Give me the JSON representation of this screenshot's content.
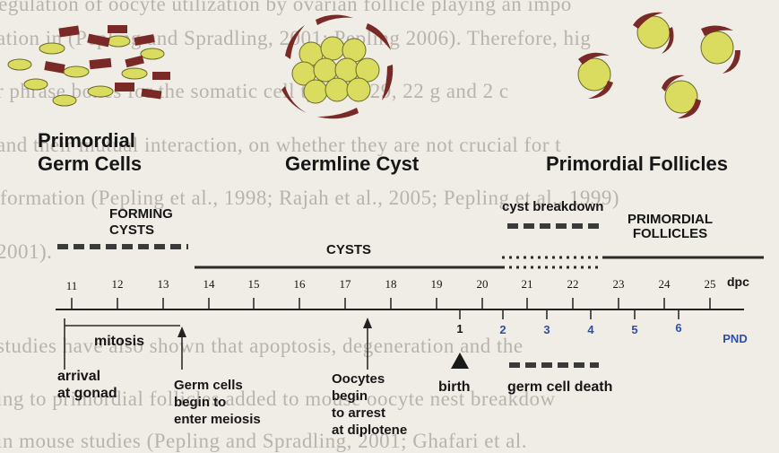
{
  "background_text": [
    "regulation of oocyte utilization by ovarian follicle playing an impo",
    "ation in (Pepling and Spradling, 2001; Pepling 2006). Therefore, hig",
    "r phrase boxes for the somatic cell types (229, 22 g and 2 c",
    "and their mutual interaction, on whether they are not crucial for t",
    "formation (Pepling et al., 1998; Rajah et al., 2005; Pepling et al., 1999)",
    "2001).",
    "studies have also shown that apoptosis, degeneration and the",
    "ing to primordial follicles added to mouse oocyte nest breakdow",
    "in mouse studies (Pepling and Spradling, 2001; Ghafari et al."
  ],
  "stages": {
    "primordial_germ_cells": "Primordial\nGerm Cells",
    "germline_cyst": "Germline Cyst",
    "primordial_follicles": "Primordial Follicles"
  },
  "periods": {
    "forming_cysts": "FORMING\nCYSTS",
    "cysts": "CYSTS",
    "cyst_breakdown": "cyst breakdown",
    "primordial_follicles": "PRIMORDIAL\nFOLLICLES",
    "mitosis": "mitosis",
    "germ_cell_death": "germ cell death"
  },
  "axis": {
    "dpc_ticks": [
      "11",
      "12",
      "13",
      "14",
      "15",
      "16",
      "17",
      "18",
      "19",
      "20",
      "21",
      "22",
      "23",
      "24",
      "25"
    ],
    "dpc_unit": "dpc",
    "pnd_ticks": [
      "1",
      "2",
      "3",
      "4",
      "5",
      "6"
    ],
    "pnd_unit": "PND"
  },
  "events": {
    "arrival": "arrival\nat gonad",
    "meiosis": "Germ cells\nbegin to\nenter meiosis",
    "arrest": "Oocytes\nbegin\nto arrest\nat diplotene",
    "birth": "birth"
  },
  "colors": {
    "cell_yellow": "#d9dc5e",
    "cell_red": "#7a2a26",
    "pnd_blue": "#2d4fa3",
    "text_dark": "#161616"
  }
}
